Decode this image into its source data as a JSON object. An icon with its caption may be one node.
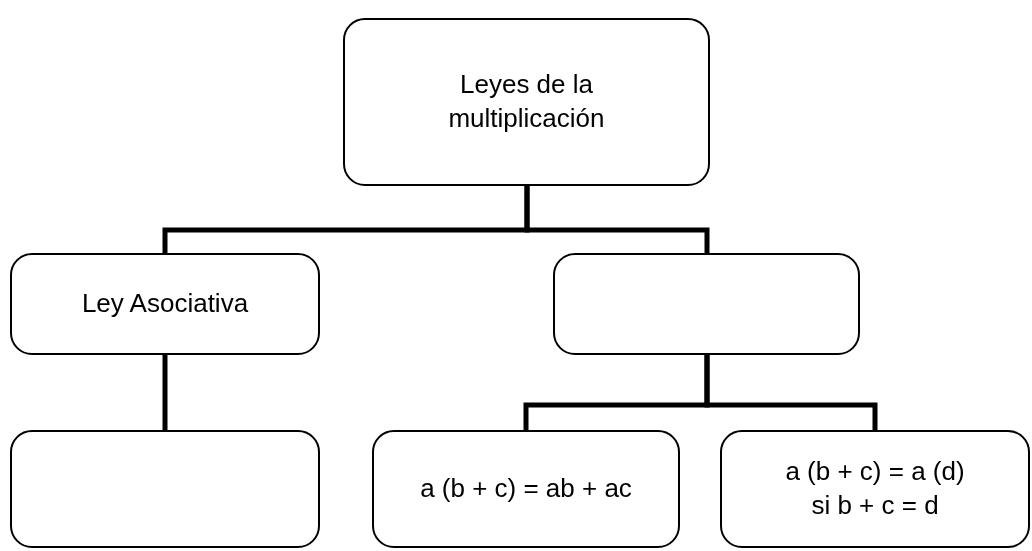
{
  "diagram": {
    "nodes": [
      {
        "text": [
          "Leyes de la multiplicación"
        ]
      },
      {
        "text": [
          "Ley Asociativa"
        ]
      },
      {
        "text": [],
        "shape": "box"
      },
      {
        "text": [],
        "shape": "box"
      },
      {
        "text": [
          "a (b + c) = ab + ac"
        ]
      },
      {
        "text": [
          "a (b + c) = a (d) si b + c = d"
        ]
      }
    ],
    "edges": [
      {
        "from": 0,
        "to": 1,
        "arrow": "none"
      },
      {
        "from": 0,
        "to": 2,
        "arrow": "none"
      },
      {
        "from": 1,
        "to": 3,
        "arrow": "none"
      },
      {
        "from": 2,
        "to": 4,
        "arrow": "none"
      },
      {
        "from": 2,
        "to": 5,
        "arrow": "none"
      }
    ]
  }
}
